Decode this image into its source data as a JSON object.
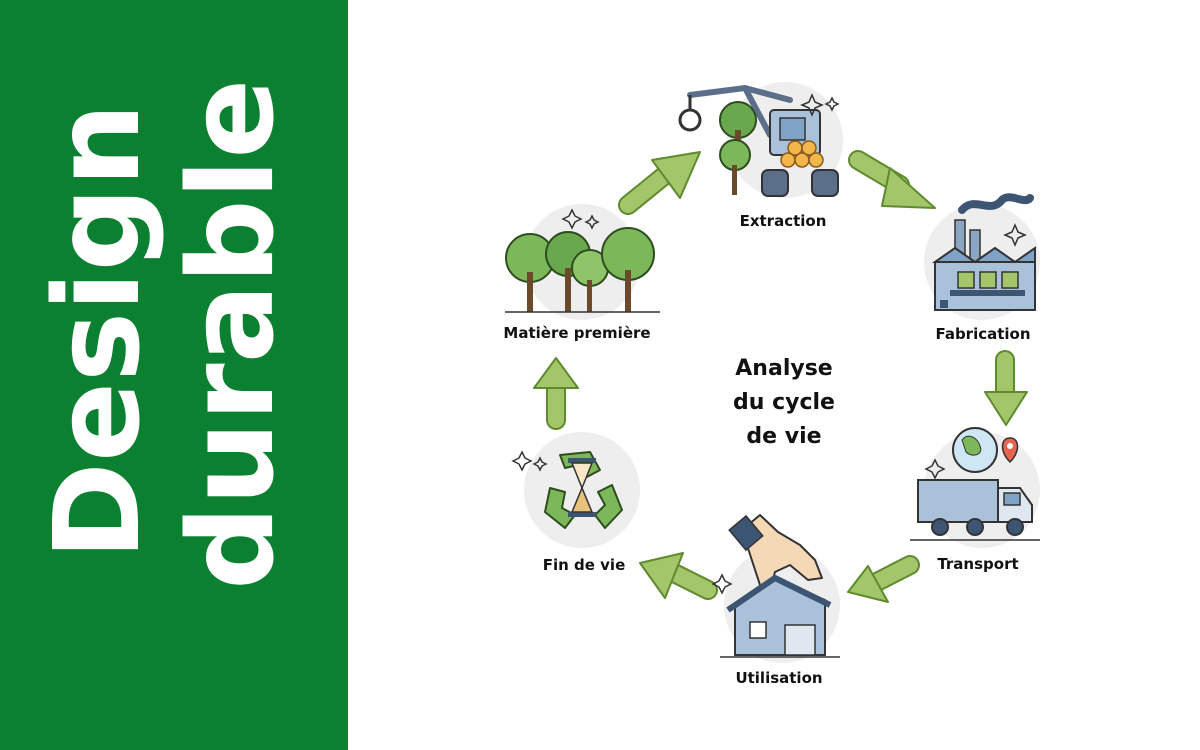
{
  "sidebar": {
    "title_line1": "Design",
    "title_line2": "durable",
    "background_color": "#0a8030",
    "text_color": "#ffffff"
  },
  "diagram": {
    "center_lines": [
      "Analyse",
      "du cycle",
      "de vie"
    ],
    "stages": [
      {
        "label": "Extraction",
        "icon": "forestry-harvester-icon"
      },
      {
        "label": "Fabrication",
        "icon": "factory-icon"
      },
      {
        "label": "Transport",
        "icon": "truck-globe-icon"
      },
      {
        "label": "Utilisation",
        "icon": "hand-house-icon"
      },
      {
        "label": "Fin de vie",
        "icon": "recycle-hourglass-icon"
      },
      {
        "label": "Matière première",
        "icon": "trees-icon"
      }
    ],
    "arrow_color": "#a4c66a",
    "arrow_outline_color": "#5f8a2e"
  }
}
